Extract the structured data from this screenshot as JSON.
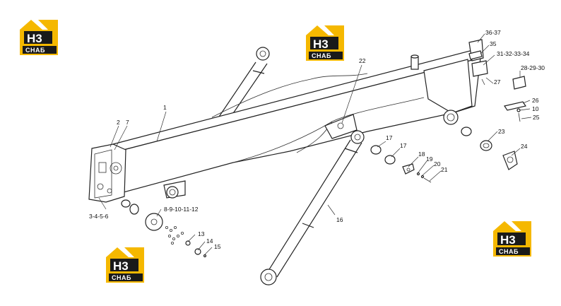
{
  "logo": {
    "mark": "H3",
    "word": "СНАБ",
    "colors": {
      "yellow": "#f5b800",
      "dark": "#1a1a1a",
      "white": "#ffffff"
    }
  },
  "labels": {
    "l1": "1",
    "l2": "2",
    "l7": "7",
    "l3456": "3-4-5-6",
    "l8_12": "8-9-10-11-12",
    "l13": "13",
    "l14": "14",
    "l15": "15",
    "l16": "16",
    "l17a": "17",
    "l17b": "17",
    "l18": "18",
    "l19": "19",
    "l20": "20",
    "l21": "21",
    "l22": "22",
    "l23": "23",
    "l24": "24",
    "l25": "25",
    "l10": "10",
    "l26": "26",
    "l27": "27",
    "l28_30": "28-29-30",
    "l31_34": "31-32-33-34",
    "l35": "35",
    "l36_37": "36-37"
  }
}
